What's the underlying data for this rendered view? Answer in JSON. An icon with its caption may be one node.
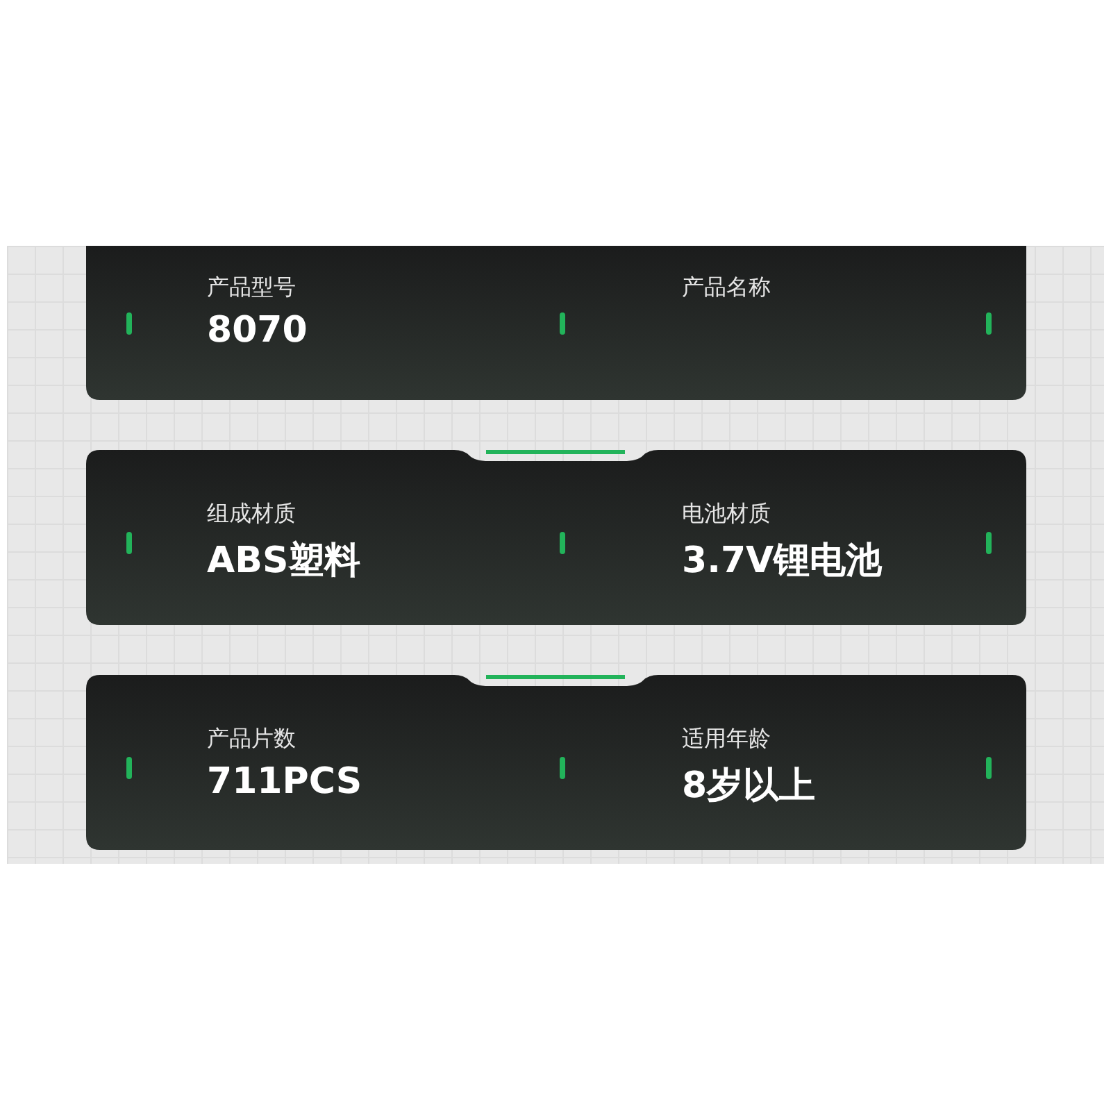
{
  "diagram": {
    "nodes": [
      {
        "text": [],
        "shape": "box"
      },
      {
        "text": [
          "产品型号",
          "8070"
        ],
        "in": 0
      },
      {
        "text": [
          "产品名称"
        ],
        "in": 0
      },
      {
        "text": [],
        "shape": "box"
      },
      {
        "text": [
          "组成材质",
          "ABS塑料"
        ],
        "in": 3
      },
      {
        "text": [
          "电池材质",
          "3.7V锂电池"
        ],
        "in": 3
      },
      {
        "text": [],
        "shape": "box"
      },
      {
        "text": [
          "产品片数",
          "711PCS"
        ],
        "in": 6
      },
      {
        "text": [
          "适用年龄",
          "8岁以上"
        ],
        "in": 6
      }
    ]
  }
}
